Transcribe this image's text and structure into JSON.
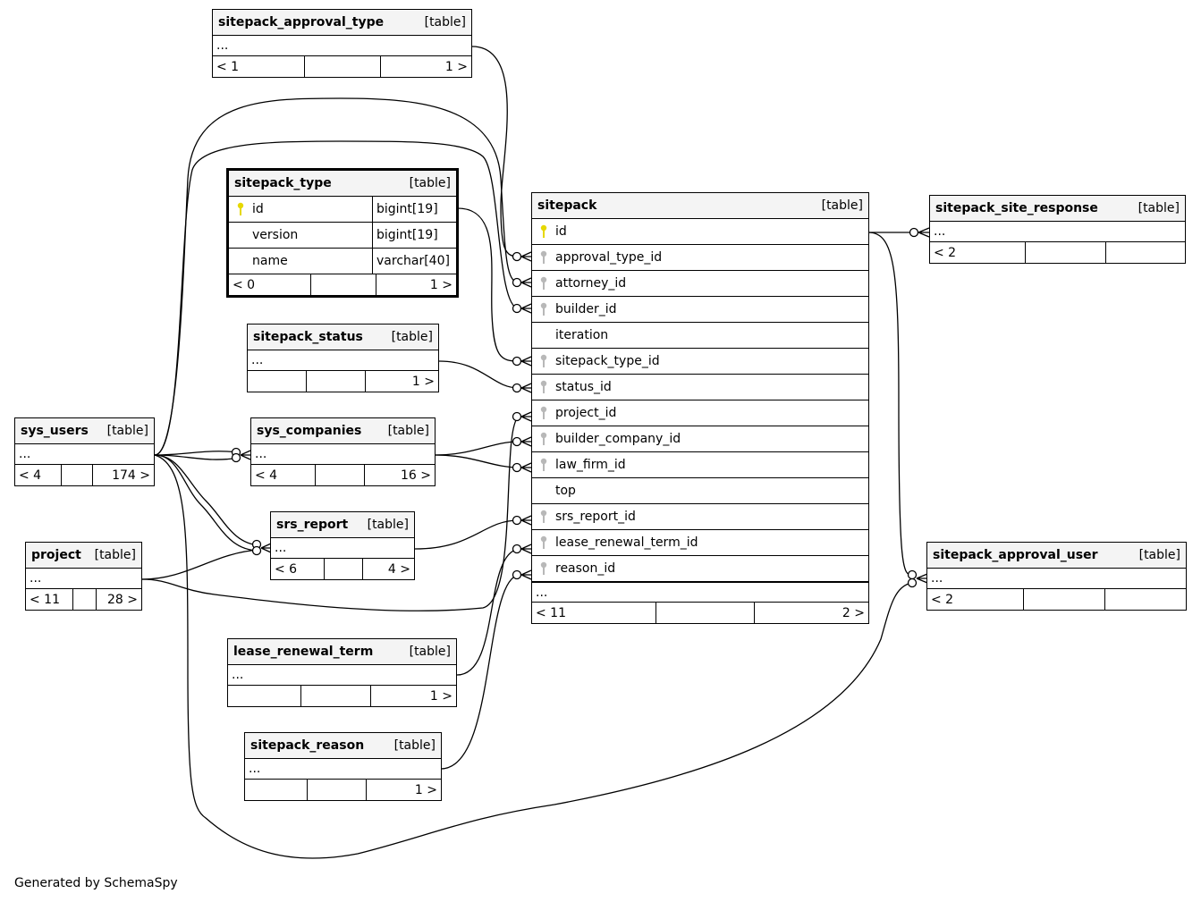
{
  "footer_text": "Generated by SchemaSpy",
  "colors": {
    "primary_key": "#e6d800",
    "foreign_key": "#b8b8b8",
    "header_bg": "#f4f4f4"
  },
  "tables": {
    "sitepack_approval_type": {
      "name": "sitepack_approval_type",
      "type": "[table]",
      "ellipsis": "...",
      "parents": "< 1",
      "children": "1 >"
    },
    "sitepack_type": {
      "name": "sitepack_type",
      "type": "[table]",
      "columns": [
        {
          "name": "id",
          "datatype": "bigint[19]",
          "key": "primary"
        },
        {
          "name": "version",
          "datatype": "bigint[19]",
          "key": "none"
        },
        {
          "name": "name",
          "datatype": "varchar[40]",
          "key": "none"
        }
      ],
      "parents": "< 0",
      "children": "1 >"
    },
    "sitepack_status": {
      "name": "sitepack_status",
      "type": "[table]",
      "ellipsis": "...",
      "parents": "",
      "children": "1 >"
    },
    "sys_users": {
      "name": "sys_users",
      "type": "[table]",
      "ellipsis": "...",
      "parents": "< 4",
      "children": "174 >"
    },
    "sys_companies": {
      "name": "sys_companies",
      "type": "[table]",
      "ellipsis": "...",
      "parents": "< 4",
      "children": "16 >"
    },
    "srs_report": {
      "name": "srs_report",
      "type": "[table]",
      "ellipsis": "...",
      "parents": "< 6",
      "children": "4 >"
    },
    "project": {
      "name": "project",
      "type": "[table]",
      "ellipsis": "...",
      "parents": "< 11",
      "children": "28 >"
    },
    "lease_renewal_term": {
      "name": "lease_renewal_term",
      "type": "[table]",
      "ellipsis": "...",
      "parents": "",
      "children": "1 >"
    },
    "sitepack_reason": {
      "name": "sitepack_reason",
      "type": "[table]",
      "ellipsis": "...",
      "parents": "",
      "children": "1 >"
    },
    "sitepack": {
      "name": "sitepack",
      "type": "[table]",
      "columns": [
        {
          "name": "id",
          "key": "primary"
        },
        {
          "name": "approval_type_id",
          "key": "foreign"
        },
        {
          "name": "attorney_id",
          "key": "foreign"
        },
        {
          "name": "builder_id",
          "key": "foreign"
        },
        {
          "name": "iteration",
          "key": "none"
        },
        {
          "name": "sitepack_type_id",
          "key": "foreign"
        },
        {
          "name": "status_id",
          "key": "foreign"
        },
        {
          "name": "project_id",
          "key": "foreign"
        },
        {
          "name": "builder_company_id",
          "key": "foreign"
        },
        {
          "name": "law_firm_id",
          "key": "foreign"
        },
        {
          "name": "top",
          "key": "none"
        },
        {
          "name": "srs_report_id",
          "key": "foreign"
        },
        {
          "name": "lease_renewal_term_id",
          "key": "foreign"
        },
        {
          "name": "reason_id",
          "key": "foreign"
        }
      ],
      "ellipsis": "...",
      "parents": "< 11",
      "children": "2 >"
    },
    "sitepack_site_response": {
      "name": "sitepack_site_response",
      "type": "[table]",
      "ellipsis": "...",
      "parents": "< 2",
      "children": ""
    },
    "sitepack_approval_user": {
      "name": "sitepack_approval_user",
      "type": "[table]",
      "ellipsis": "...",
      "parents": "< 2",
      "children": ""
    }
  }
}
